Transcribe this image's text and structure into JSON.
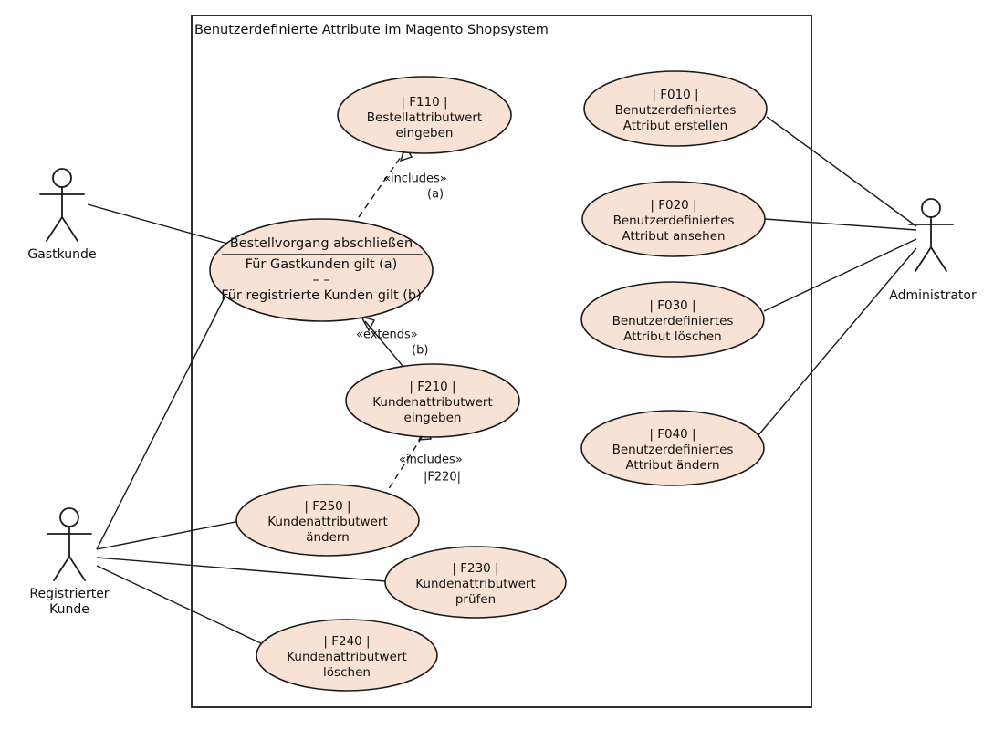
{
  "diagram": {
    "type": "uml-use-case-diagram",
    "boundary_title": "Benutzerdefinierte Attribute im Magento Shopsystem",
    "colors": {
      "use_case_fill": "#f8e2d6",
      "stroke": "#1a1a1a",
      "background": "#ffffff"
    }
  },
  "actors": [
    {
      "id": "gastkunde",
      "label": "Gastkunde",
      "label_lines": [
        "Gastkunde"
      ]
    },
    {
      "id": "registrierter-kunde",
      "label": "Registrierter Kunde",
      "label_lines": [
        "Registrierter",
        "Kunde"
      ]
    },
    {
      "id": "administrator",
      "label": "Administrator",
      "label_lines": [
        "Administrator"
      ]
    }
  ],
  "use_cases": [
    {
      "id": "f110",
      "code": "| F110 |",
      "lines": [
        "| F110 |",
        "Bestellattributwert",
        "eingeben"
      ]
    },
    {
      "id": "bestellvorgang",
      "code": "",
      "lines": [
        "Bestellvorgang abschließen",
        "Für Gastkunden gilt (a)",
        "– –",
        "Für registrierte Kunden gilt (b)"
      ],
      "has_divider": true
    },
    {
      "id": "f210",
      "code": "| F210 |",
      "lines": [
        "| F210 |",
        "Kundenattributwert",
        "eingeben"
      ]
    },
    {
      "id": "f250",
      "code": "| F250 |",
      "lines": [
        "| F250 |",
        "Kundenattributwert",
        "ändern"
      ]
    },
    {
      "id": "f230",
      "code": "| F230 |",
      "lines": [
        "| F230 |",
        "Kundenattributwert",
        "prüfen"
      ]
    },
    {
      "id": "f240",
      "code": "| F240 |",
      "lines": [
        "| F240 |",
        "Kundenattributwert",
        "löschen"
      ]
    },
    {
      "id": "f010",
      "code": "| F010 |",
      "lines": [
        "| F010 |",
        "Benutzerdefiniertes",
        "Attribut erstellen"
      ]
    },
    {
      "id": "f020",
      "code": "| F020 |",
      "lines": [
        "| F020 |",
        "Benutzerdefiniertes",
        "Attribut ansehen"
      ]
    },
    {
      "id": "f030",
      "code": "| F030 |",
      "lines": [
        "| F030 |",
        "Benutzerdefiniertes",
        "Attribut löschen"
      ]
    },
    {
      "id": "f040",
      "code": "| F040 |",
      "lines": [
        "| F040 |",
        "Benutzerdefiniertes",
        "Attribut ändern"
      ]
    }
  ],
  "relationships": [
    {
      "id": "rel-includes-a",
      "stereotype": "«includes»",
      "qualifier": "(a)",
      "style": "dashed",
      "from": "bestellvorgang",
      "to": "f110"
    },
    {
      "id": "rel-extends-b",
      "stereotype": "«extends»",
      "qualifier": "(b)",
      "style": "solid",
      "from": "f210",
      "to": "bestellvorgang"
    },
    {
      "id": "rel-includes-f220",
      "stereotype": "«includes»",
      "qualifier": "|F220|",
      "style": "dashed",
      "from": "f250",
      "to": "f210"
    }
  ]
}
